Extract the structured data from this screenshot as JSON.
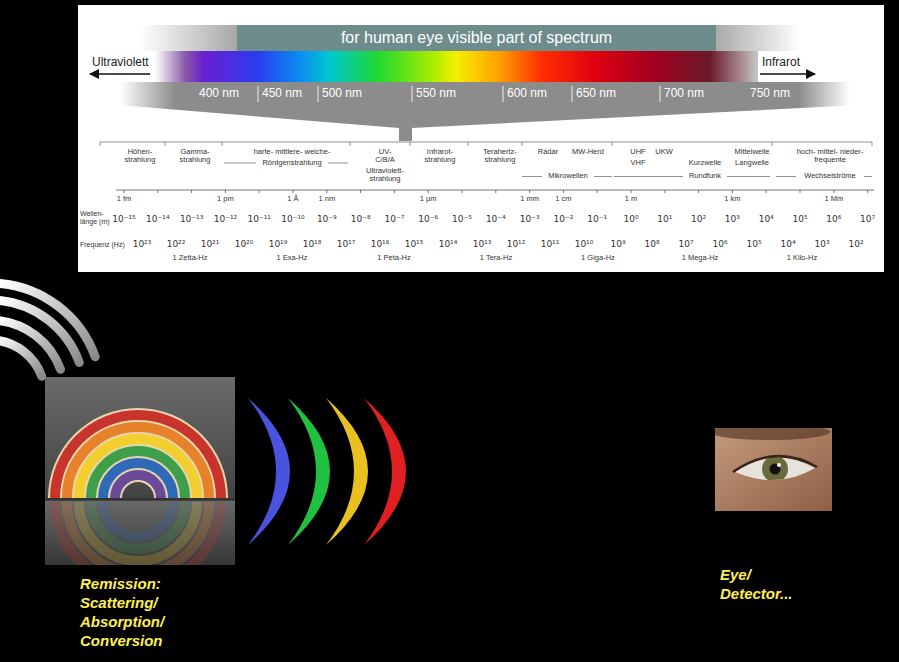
{
  "diagram": {
    "nodes": [
      {
        "text": [
          "for human eye visible part of spectrum"
        ]
      }
    ],
    "labels": [
      "Ultraviolett",
      "Infrarot",
      "400 nm",
      "450 nm",
      "500 nm",
      "550 nm",
      "600 nm",
      "650 nm",
      "700 nm",
      "750 nm",
      "Höhen- strahlung",
      "Gamma- strahlung",
      "harte- mittlere- weiche-",
      "Röntgenstrahlung",
      "UV- C/B/A",
      "Ultraviolett- strahlung",
      "Infrarot- strahlung",
      "Terahertz- strahlung",
      "Radar",
      "MW-Herd",
      "Mikrowellen",
      "UHF",
      "VHF",
      "UKW",
      "Kurzwelle",
      "Mittelwelle",
      "Langwelle",
      "Rundfunk",
      "hoch- mittel- nieder- frequente",
      "Wechselströme",
      "1 fm",
      "1 pm",
      "1 Å",
      "1 nm",
      "1 µm",
      "1 mm",
      "1 cm",
      "1 m",
      "1 km",
      "1 Mm",
      "Wellen- länge (m)",
      "10⁻¹⁵",
      "10⁻¹⁴",
      "10⁻¹³",
      "10⁻¹²",
      "10⁻¹¹",
      "10⁻¹⁰",
      "10⁻⁹",
      "10⁻⁸",
      "10⁻⁷",
      "10⁻⁶",
      "10⁻⁵",
      "10⁻⁴",
      "10⁻³",
      "10⁻²",
      "10⁻¹",
      "10⁰",
      "10¹",
      "10²",
      "10³",
      "10⁴",
      "10⁵",
      "10⁶",
      "10⁷",
      "Frequenz (Hz)",
      "10²³",
      "10²²",
      "10²¹",
      "10²⁰",
      "10¹⁹",
      "10¹⁸",
      "10¹⁷",
      "10¹⁶",
      "10¹⁵",
      "10¹⁴",
      "10¹³",
      "10¹²",
      "10¹¹",
      "10¹⁰",
      "10⁹",
      "10⁸",
      "10⁷",
      "10⁶",
      "10⁵",
      "10⁴",
      "10³",
      "10²",
      "1 Zetta-Hz",
      "1 Exa-Hz",
      "1 Peta-Hz",
      "1 Tera-Hz",
      "1 Giga-Hz",
      "1 Mega-Hz",
      "1 Kilo-Hz",
      "Remission: Scattering/ Absorption/ Conversion",
      "Eye/ Detector..."
    ]
  }
}
